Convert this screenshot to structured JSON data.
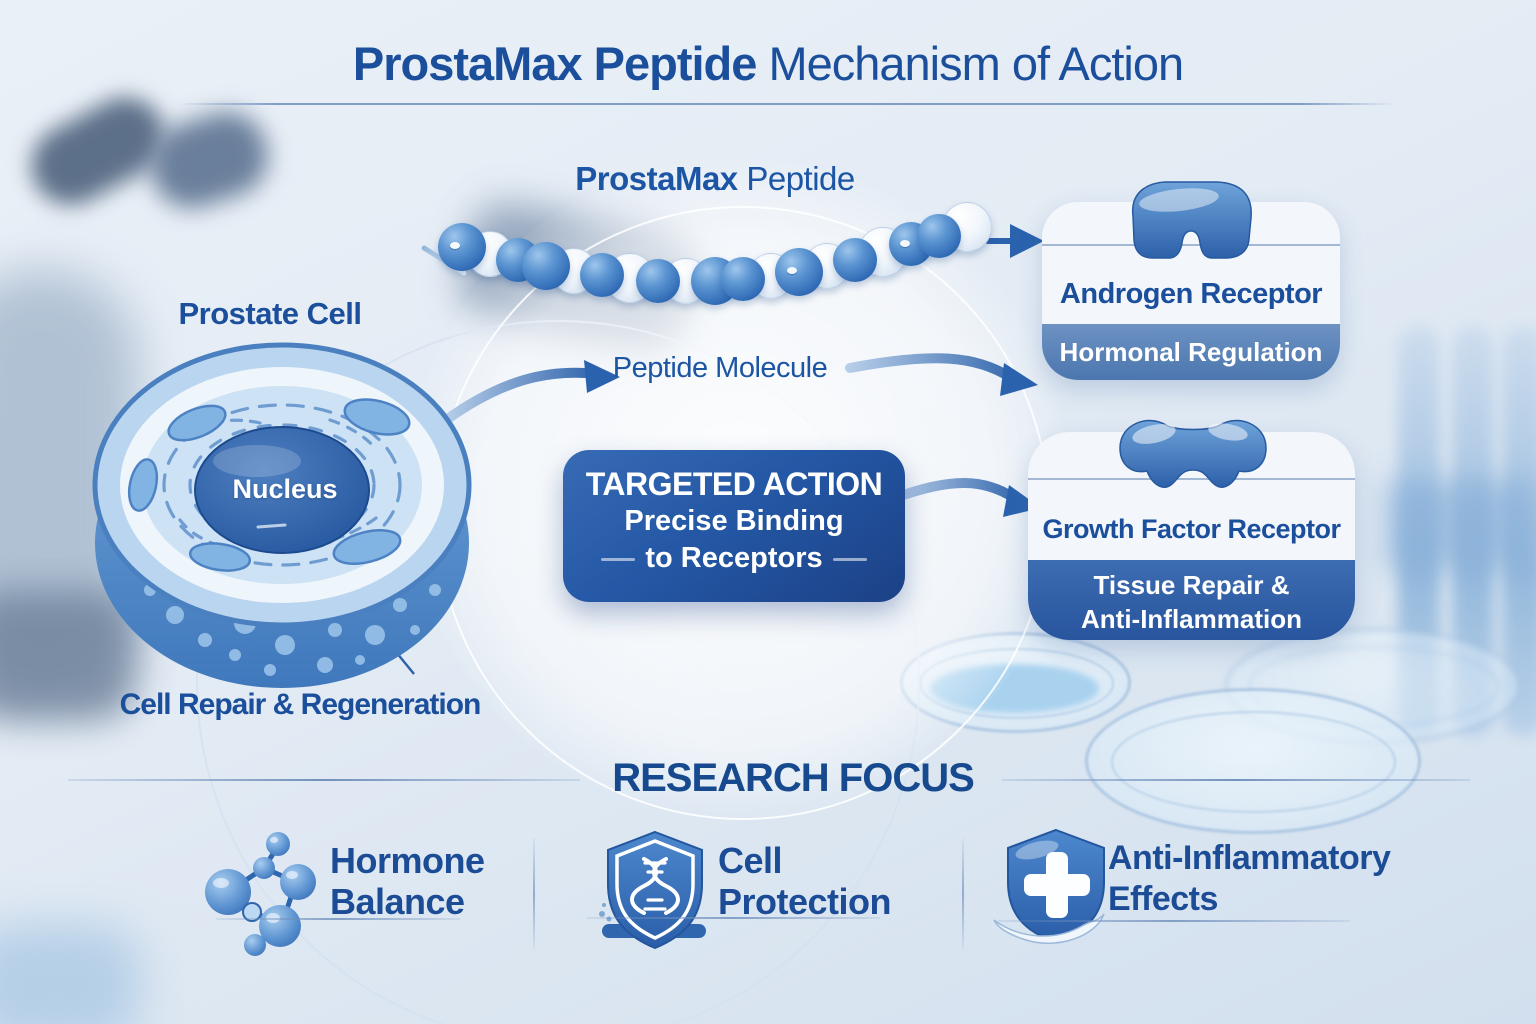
{
  "title": {
    "bold": "ProstaMax Peptide",
    "rest": " Mechanism of Action"
  },
  "peptide": {
    "label_bold": "ProstaMax",
    "label_rest": " Peptide",
    "chain_icon": "peptide-bead-chain",
    "molecule_label": "Peptide Molecule"
  },
  "cell": {
    "label": "Prostate Cell",
    "nucleus": "Nucleus",
    "caption": "Cell Repair & Regeneration"
  },
  "action_box": {
    "title": "TARGETED ACTION",
    "line1": "Precise Binding",
    "line2": "to Receptors"
  },
  "receptors": [
    {
      "name": "Androgen Receptor",
      "effect": "Hormonal Regulation",
      "icon": "androgen-receptor-icon"
    },
    {
      "name": "Growth Factor Receptor",
      "effect_line1": "Tissue Repair &",
      "effect_line2": "Anti-Inflammation",
      "icon": "growth-factor-receptor-icon"
    }
  ],
  "research_focus": {
    "heading": "RESEARCH FOCUS",
    "items": [
      {
        "line1": "Hormone",
        "line2": "Balance",
        "icon": "molecule-icon"
      },
      {
        "line1": "Cell",
        "line2": "Protection",
        "icon": "shield-dna-icon"
      },
      {
        "line1": "Anti-Inflammatory",
        "line2": "Effects",
        "icon": "shield-cross-icon"
      }
    ]
  },
  "colors": {
    "heading_blue": "#1b4f9c",
    "label_blue": "#1d55a5",
    "action_box_gradient_top": "#386bb5",
    "action_box_gradient_bottom": "#1c4186",
    "androgen_footer": "#4b76ae",
    "growth_footer": "#28559e",
    "bead_blue": "#2f6ab5",
    "bead_white": "#f2f7fc",
    "arrow_blue": "#2b62ae",
    "background": "#e3ebf4"
  }
}
